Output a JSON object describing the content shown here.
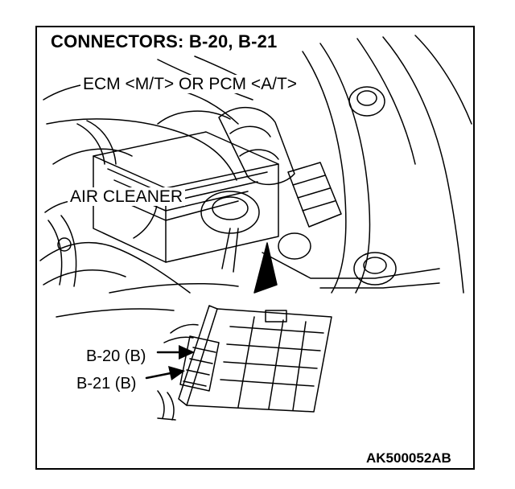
{
  "diagram": {
    "title": "CONNECTORS: B-20, B-21",
    "labels": {
      "ecm": "ECM <M/T> OR PCM <A/T>",
      "air_cleaner": "AIR CLEANER",
      "b20": "B-20 (B)",
      "b21": "B-21 (B)"
    },
    "figure_code": "AK500052AB"
  }
}
